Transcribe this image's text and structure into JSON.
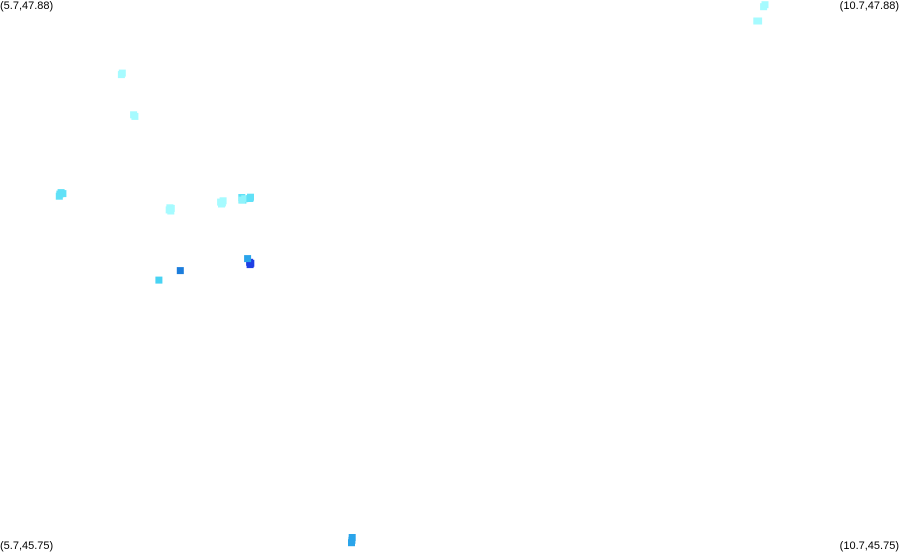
{
  "corners": {
    "top_left": "(5.7,47.88)",
    "top_right": "(10.7,47.88)",
    "bottom_left": "(5.7,45.75)",
    "bottom_right": "(10.7,45.75)"
  },
  "bounds": {
    "lon_min": 5.7,
    "lon_max": 10.7,
    "lat_min": 45.75,
    "lat_max": 47.88
  },
  "palette": {
    "background": "#ffffff",
    "level_1": "#a6fbff",
    "level_2": "#8ff3fb",
    "level_3": "#61e1f7",
    "level_4": "#48d3f3",
    "level_5": "#2aa4ea",
    "level_6": "#1c7ddc",
    "level_7": "#1f3fe4"
  },
  "chart_data": {
    "type": "scatter",
    "x_range": [
      5.7,
      10.7
    ],
    "y_range": [
      45.75,
      47.88
    ],
    "points": [
      {
        "lon": 9.955,
        "lat": 47.862,
        "level": 1
      },
      {
        "lon": 9.947,
        "lat": 47.854,
        "level": 1
      },
      {
        "lon": 9.909,
        "lat": 47.799,
        "level": 1
      },
      {
        "lon": 9.919,
        "lat": 47.799,
        "level": 1
      },
      {
        "lon": 6.38,
        "lat": 47.598,
        "level": 1
      },
      {
        "lon": 6.375,
        "lat": 47.592,
        "level": 1
      },
      {
        "lon": 6.443,
        "lat": 47.437,
        "level": 1
      },
      {
        "lon": 6.45,
        "lat": 47.431,
        "level": 1
      },
      {
        "lon": 6.04,
        "lat": 47.137,
        "level": 3
      },
      {
        "lon": 6.033,
        "lat": 47.131,
        "level": 3
      },
      {
        "lon": 6.03,
        "lat": 47.123,
        "level": 3
      },
      {
        "lon": 6.05,
        "lat": 47.133,
        "level": 3
      },
      {
        "lon": 6.645,
        "lat": 47.078,
        "level": 1
      },
      {
        "lon": 6.653,
        "lat": 47.076,
        "level": 1
      },
      {
        "lon": 6.641,
        "lat": 47.07,
        "level": 1
      },
      {
        "lon": 6.65,
        "lat": 47.066,
        "level": 1
      },
      {
        "lon": 6.927,
        "lat": 47.1,
        "level": 1
      },
      {
        "lon": 6.937,
        "lat": 47.097,
        "level": 1
      },
      {
        "lon": 6.941,
        "lat": 47.105,
        "level": 1
      },
      {
        "lon": 6.932,
        "lat": 47.093,
        "level": 1
      },
      {
        "lon": 7.045,
        "lat": 47.118,
        "level": 3
      },
      {
        "lon": 7.051,
        "lat": 47.108,
        "level": 3
      },
      {
        "lon": 7.061,
        "lat": 47.113,
        "level": 2
      },
      {
        "lon": 7.045,
        "lat": 47.108,
        "level": 2
      },
      {
        "lon": 7.09,
        "lat": 47.114,
        "level": 3
      },
      {
        "lon": 7.093,
        "lat": 47.119,
        "level": 3
      },
      {
        "lon": 6.703,
        "lat": 46.836,
        "level": 6
      },
      {
        "lon": 6.584,
        "lat": 46.799,
        "level": 4
      },
      {
        "lon": 7.088,
        "lat": 46.868,
        "level": 7
      },
      {
        "lon": 7.095,
        "lat": 46.864,
        "level": 7
      },
      {
        "lon": 7.091,
        "lat": 46.859,
        "level": 7
      },
      {
        "lon": 7.077,
        "lat": 46.882,
        "level": 5
      },
      {
        "lon": 7.659,
        "lat": 45.806,
        "level": 5
      },
      {
        "lon": 7.657,
        "lat": 45.795,
        "level": 5
      },
      {
        "lon": 7.655,
        "lat": 45.786,
        "level": 5
      }
    ]
  }
}
